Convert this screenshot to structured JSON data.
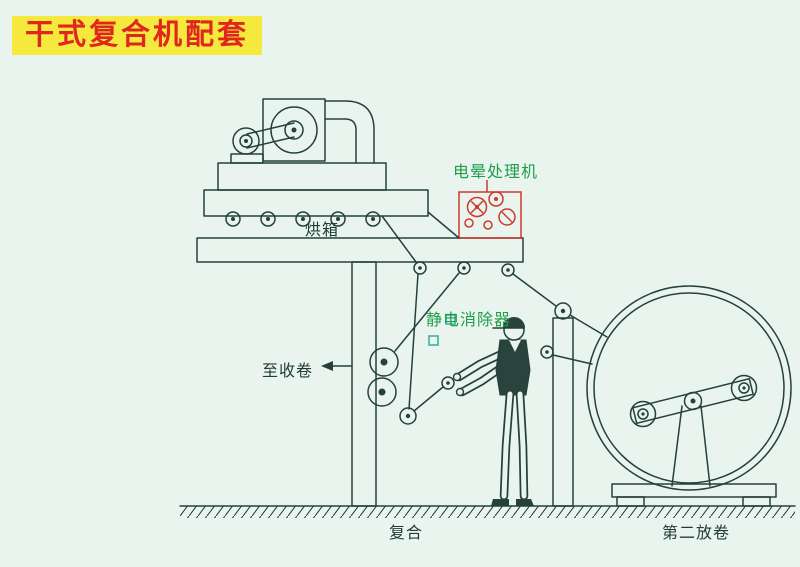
{
  "title": {
    "text": "干式复合机配套"
  },
  "labels": {
    "corona_treater": "电晕处理机",
    "oven": "烘箱",
    "static_eliminator": "静电消除器",
    "to_rewinder": "至收卷",
    "laminating": "复合",
    "second_unwind": "第二放卷"
  },
  "colors": {
    "background": "#e9f4ee",
    "line": "#24413c",
    "corona_red": "#cf382c",
    "label_green": "#1f9d4b",
    "title_bg": "#f4e93c",
    "title_text": "#df261f",
    "static_teal": "#3fb0a5"
  },
  "diagram": {
    "components": [
      "blower-fan",
      "drying-oven",
      "corona-treater",
      "static-eliminator-bars",
      "guide-rollers",
      "nip-rollers",
      "operator",
      "second-unwind-stand",
      "ground"
    ]
  }
}
